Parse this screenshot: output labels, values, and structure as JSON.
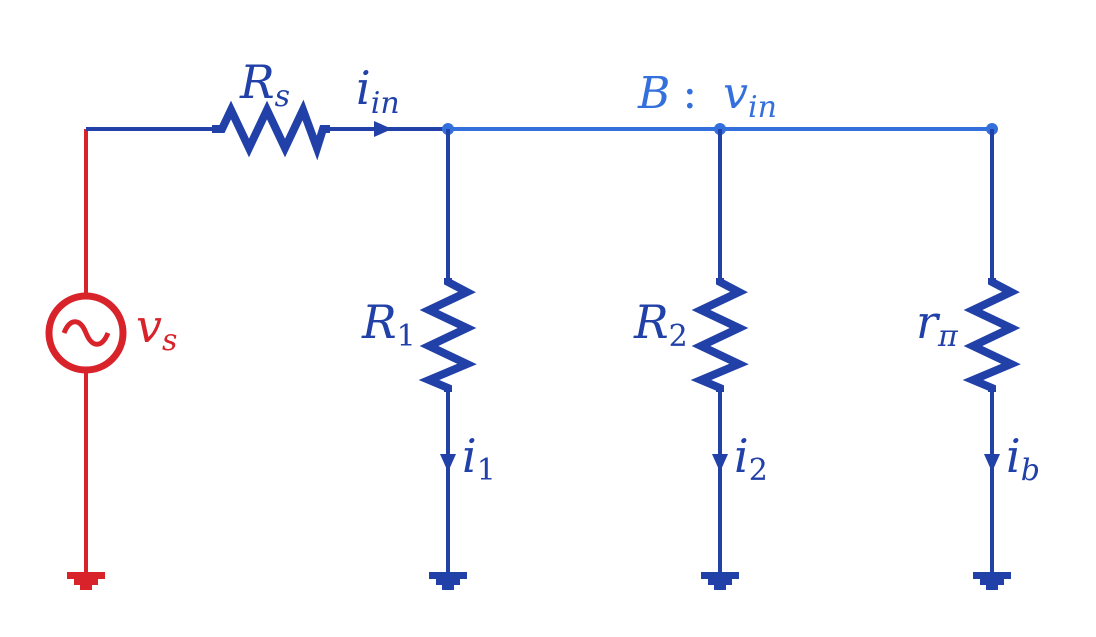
{
  "colors": {
    "source": "#d9232b",
    "dark_wire": "#2140a8",
    "node_wire": "#3470dc",
    "label_blue": "#2140a8",
    "label_node": "#3470dc",
    "background": "#ffffff"
  },
  "labels": {
    "rs": {
      "main": "R",
      "sub": "s"
    },
    "iin": {
      "main": "i",
      "sub": "in"
    },
    "node": {
      "main": "B",
      "sep": ":",
      "v": "v",
      "vsub": "in"
    },
    "vs": {
      "main": "v",
      "sub": "s"
    },
    "r1": {
      "main": "R",
      "sub": "1"
    },
    "r2": {
      "main": "R",
      "sub": "2"
    },
    "rpi": {
      "main": "r",
      "sub": "π"
    },
    "i1": {
      "main": "i",
      "sub": "1"
    },
    "i2": {
      "main": "i",
      "sub": "2"
    },
    "ib": {
      "main": "i",
      "sub": "b"
    }
  }
}
